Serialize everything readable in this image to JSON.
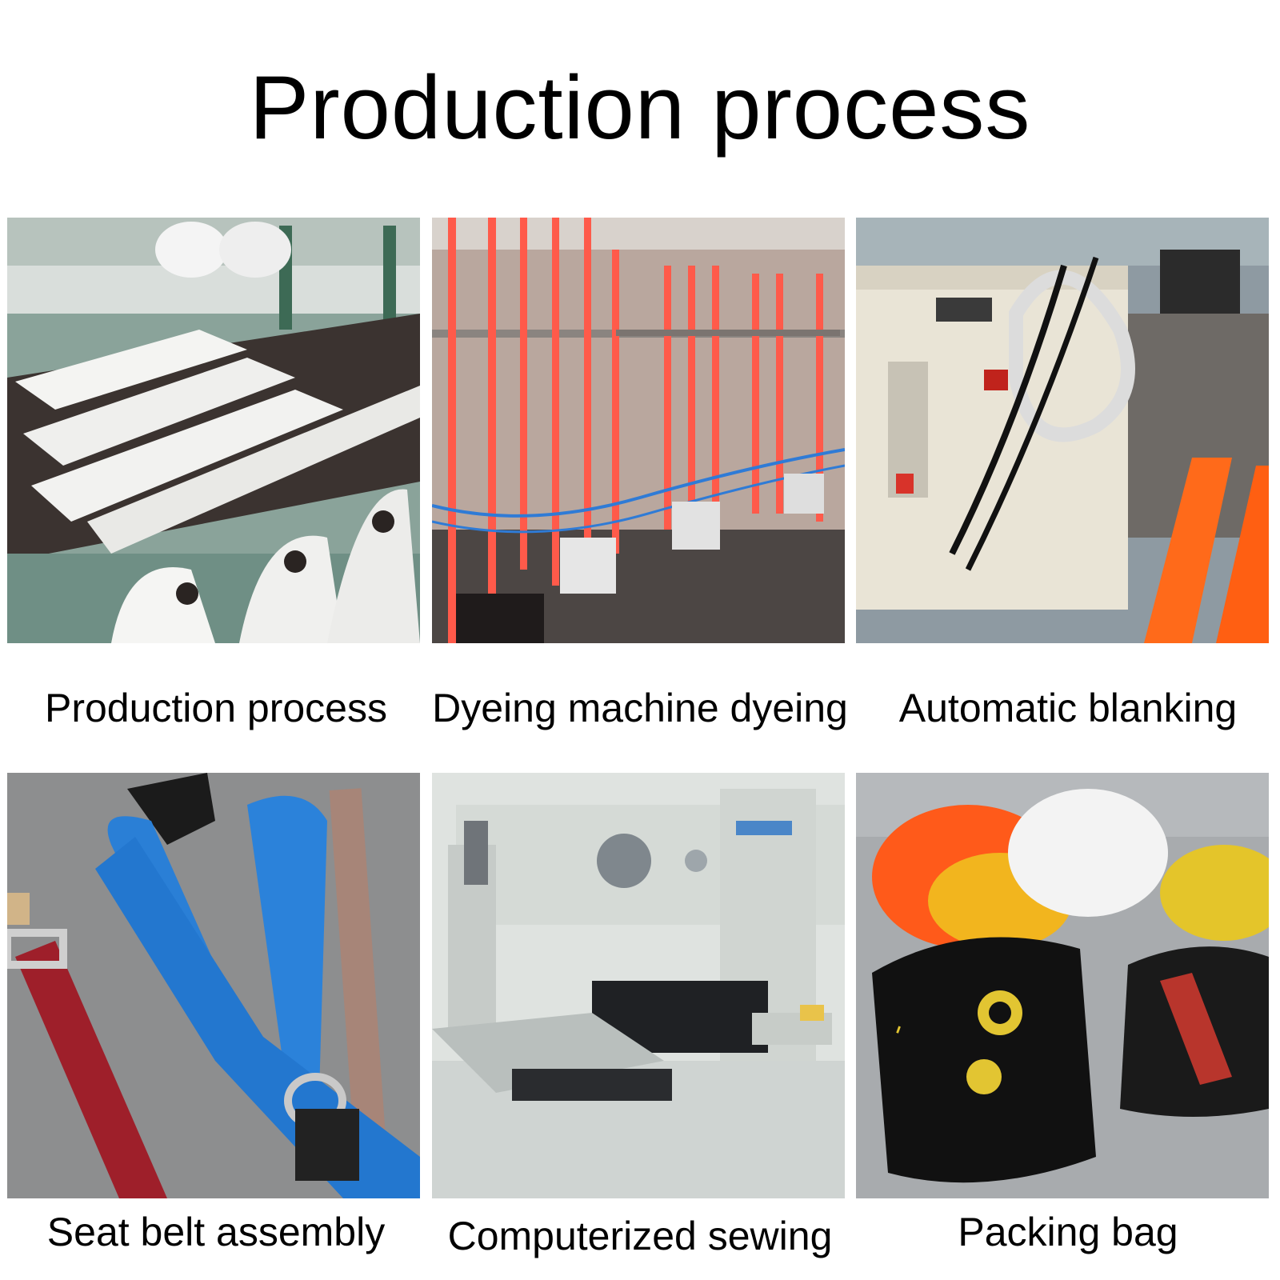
{
  "page": {
    "title": "Production process"
  },
  "tiles": [
    {
      "caption": "Production process",
      "accent": "#f2f2f2"
    },
    {
      "caption": "Dyeing machine dyeing",
      "accent": "#ff5a4a"
    },
    {
      "caption": "Automatic blanking",
      "accent": "#ff6a1a"
    },
    {
      "caption": "Seat belt assembly",
      "accent": "#2a7fd6"
    },
    {
      "caption": "Computerized sewing",
      "accent": "#d8dcd8"
    },
    {
      "caption": "Packing bag",
      "accent": "#111111"
    }
  ]
}
